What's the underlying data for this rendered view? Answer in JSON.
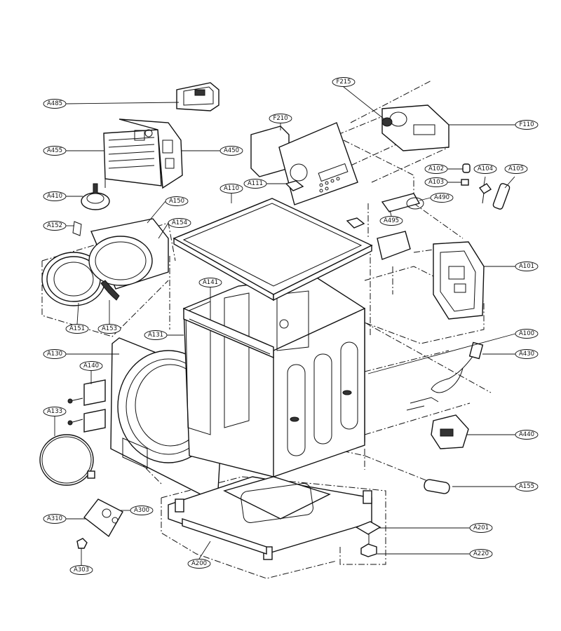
{
  "callouts": [
    {
      "id": "A485"
    },
    {
      "id": "A455"
    },
    {
      "id": "A450"
    },
    {
      "id": "A410"
    },
    {
      "id": "A150"
    },
    {
      "id": "A152"
    },
    {
      "id": "A154"
    },
    {
      "id": "A151"
    },
    {
      "id": "A153"
    },
    {
      "id": "A110"
    },
    {
      "id": "A111"
    },
    {
      "id": "A141"
    },
    {
      "id": "A131"
    },
    {
      "id": "A130"
    },
    {
      "id": "A140"
    },
    {
      "id": "A133"
    },
    {
      "id": "A310"
    },
    {
      "id": "A300"
    },
    {
      "id": "A303"
    },
    {
      "id": "A200"
    },
    {
      "id": "F215"
    },
    {
      "id": "F210"
    },
    {
      "id": "F110"
    },
    {
      "id": "A102"
    },
    {
      "id": "A104"
    },
    {
      "id": "A105"
    },
    {
      "id": "A103"
    },
    {
      "id": "A490"
    },
    {
      "id": "A495"
    },
    {
      "id": "A101"
    },
    {
      "id": "A100"
    },
    {
      "id": "A430"
    },
    {
      "id": "A440"
    },
    {
      "id": "A155"
    },
    {
      "id": "A201"
    },
    {
      "id": "A220"
    }
  ]
}
